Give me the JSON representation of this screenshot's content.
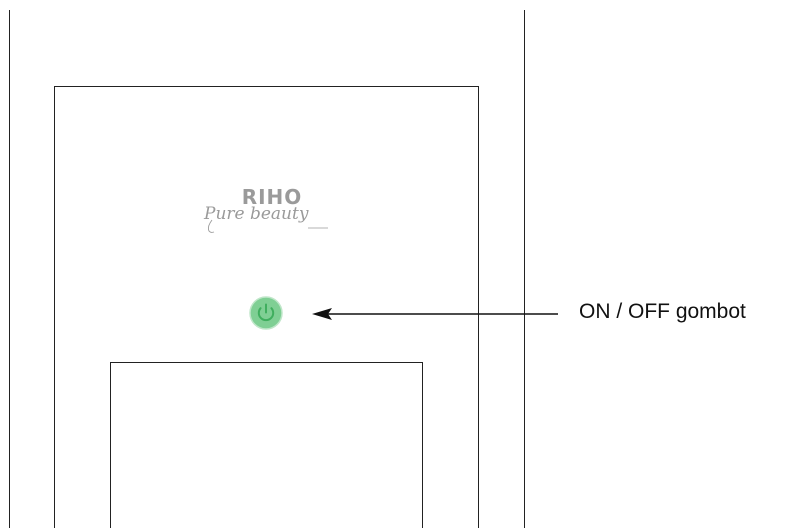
{
  "logo": {
    "brand": "RIHO",
    "tagline": "Pure beauty"
  },
  "power_button": {
    "icon": "power-icon",
    "color": "#7fcf94",
    "symbol_color": "#3fae5e"
  },
  "callout": {
    "label": "ON / OFF gombot"
  },
  "colors": {
    "line": "#222222",
    "logo": "#9a9a9a"
  }
}
